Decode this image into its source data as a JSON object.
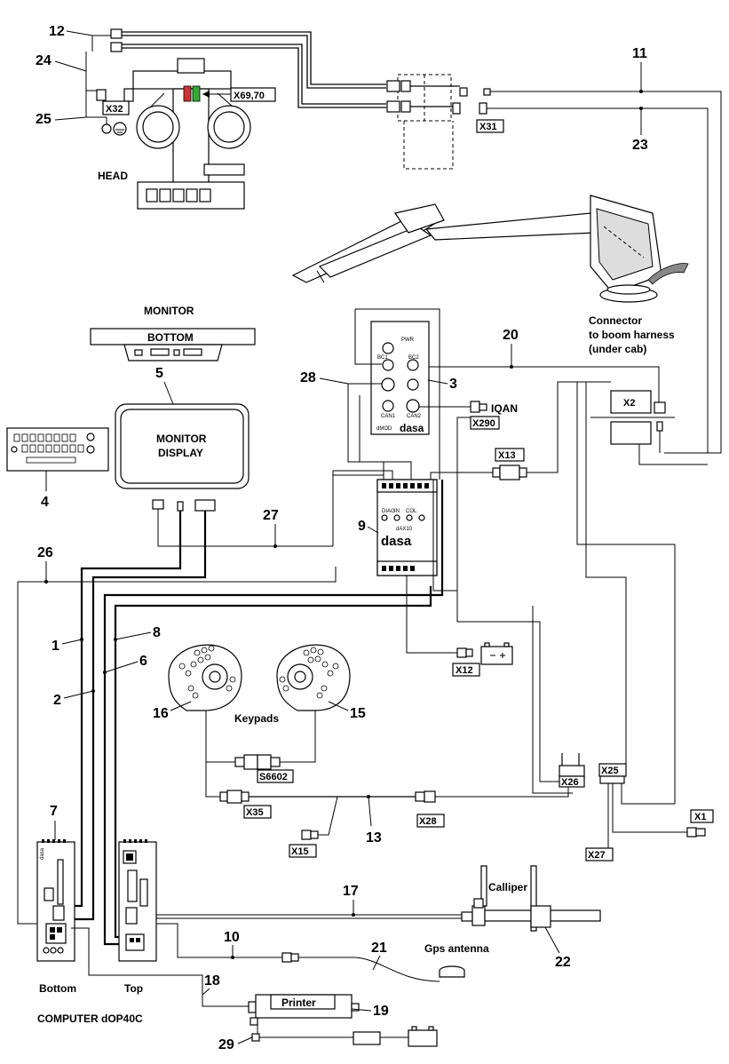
{
  "components": {
    "head": "HEAD",
    "monitor_title": "MONITOR",
    "monitor_bottom": "BOTTOM",
    "monitor_display_line1": "MONITOR",
    "monitor_display_line2": "DISPLAY",
    "connector_line1": "Connector",
    "connector_line2": "to boom harness",
    "connector_line3": "(under cab)",
    "keypads": "Keypads",
    "calliper": "Calliper",
    "gps_antenna": "Gps antenna",
    "printer": "Printer",
    "bottom": "Bottom",
    "top": "Top",
    "computer": "COMPUTER  dOP40C",
    "iqan": "IQAN",
    "dasa_1": "dasa",
    "dasa_2": "dasa",
    "dasa_3": "dasa",
    "dax10": "dAX10"
  },
  "connectors": {
    "x32": "X32",
    "x69_70": "X69,70",
    "x31": "X31",
    "x2": "X2",
    "x290": "X290",
    "x13": "X13",
    "x12": "X12",
    "x26": "X26",
    "x25": "X25",
    "x1": "X1",
    "x27": "X27",
    "s6602": "S6602",
    "x35": "X35",
    "x28": "X28",
    "x15": "X15"
  },
  "numbers": {
    "n1": "1",
    "n2": "2",
    "n3": "3",
    "n4": "4",
    "n5": "5",
    "n6": "6",
    "n7": "7",
    "n8": "8",
    "n9": "9",
    "n10": "10",
    "n11": "11",
    "n12": "12",
    "n13": "13",
    "n15": "15",
    "n16": "16",
    "n17": "17",
    "n18": "18",
    "n19": "19",
    "n20": "20",
    "n21": "21",
    "n22": "22",
    "n23": "23",
    "n24": "24",
    "n25": "25",
    "n26": "26",
    "n27": "27",
    "n28": "28",
    "n29": "29"
  }
}
